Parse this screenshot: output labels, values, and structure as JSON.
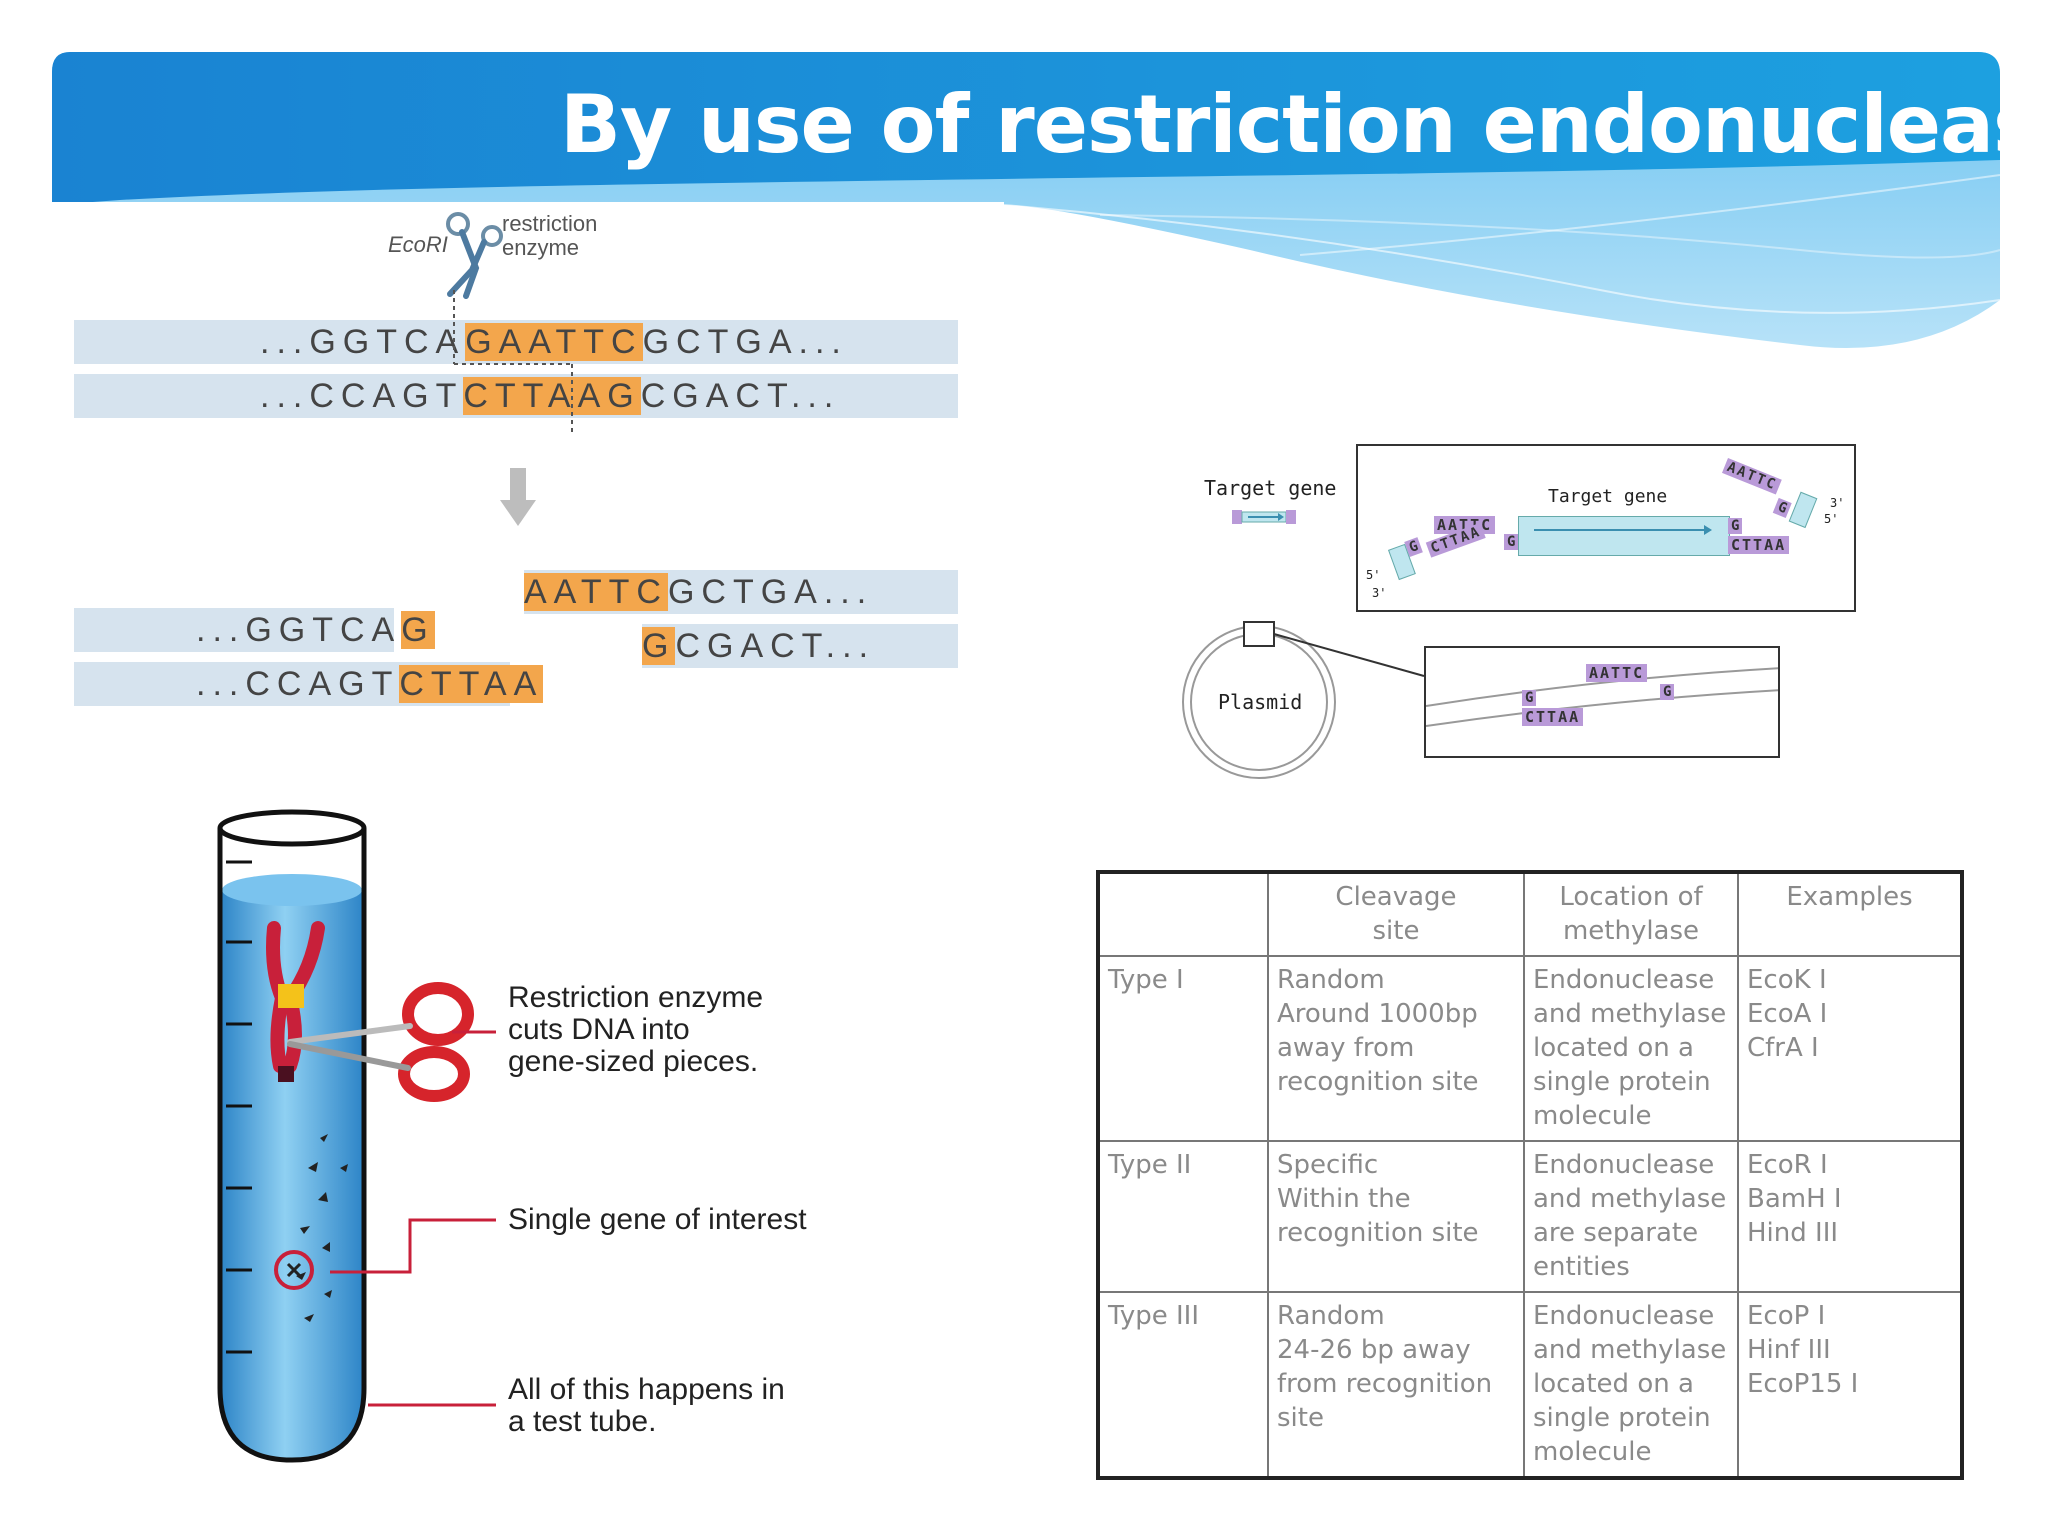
{
  "title": "By use of restriction endonucleases",
  "ecori": {
    "enzyme_name": "EcoRI",
    "enzyme_label": [
      "restriction",
      "enzyme"
    ],
    "top_strand": {
      "left": "...GGTCA",
      "site": "GAATTC",
      "right": "GCTGA..."
    },
    "bottom_strand": {
      "left": "...CCAGT",
      "site": "CTTAAG",
      "right": "CGACT..."
    },
    "cut_top_left": {
      "plain": "...GGTCA",
      "hl": "G"
    },
    "cut_bottom_left": {
      "plain": "...CCAGT",
      "hl": "CTTAA"
    },
    "cut_top_right": {
      "hl": "AATTC",
      "plain": "GCTGA..."
    },
    "cut_bottom_right": {
      "hl": "G",
      "plain": "CGACT..."
    }
  },
  "plasmid": {
    "target_gene_label": "Target gene",
    "target_gene_inner": "Target gene",
    "plasmid_label": "Plasmid",
    "seq_aattc": "AATTC",
    "seq_cttaa": "CTTAA",
    "base_g": "G",
    "end_3": "3'",
    "end_5": "5'"
  },
  "tube": {
    "label_cut": [
      "Restriction enzyme",
      "cuts DNA into",
      "gene-sized pieces."
    ],
    "label_gene": "Single gene of interest",
    "label_tube": [
      "All of this happens in",
      "a test tube."
    ]
  },
  "table": {
    "headers": [
      [
        "Cleavage",
        "site"
      ],
      [
        "Location of",
        "methylase"
      ],
      [
        "Examples"
      ]
    ],
    "rows": [
      {
        "type": "Type I",
        "cleavage": [
          "Random",
          "Around 1000bp",
          "away from",
          "recognition site"
        ],
        "location": [
          "Endonuclease",
          "and methylase",
          "located on a",
          "single protein",
          "molecule"
        ],
        "examples": [
          "EcoK I",
          "EcoA I",
          "CfrA I"
        ]
      },
      {
        "type": "Type II",
        "cleavage": [
          "Specific",
          "Within the",
          "recognition site"
        ],
        "location": [
          "Endonuclease",
          "and methylase",
          "are separate",
          "entities"
        ],
        "examples": [
          "EcoR I",
          "BamH I",
          "Hind III"
        ]
      },
      {
        "type": "Type III",
        "cleavage": [
          "Random",
          "24-26 bp away",
          "from recognition",
          "site"
        ],
        "location": [
          "Endonuclease",
          "and methylase",
          "located on a",
          "single protein",
          "molecule"
        ],
        "examples": [
          "EcoP I",
          "Hinf III",
          "EcoP15 I"
        ]
      }
    ]
  },
  "colors": {
    "banner": "#1e8fd8",
    "site_highlight": "#f3a64c",
    "dna_band": "#d6e3ee",
    "purple": "#b99ad8",
    "cyan": "#bfe6ef",
    "scissors_red": "#d6242b"
  }
}
